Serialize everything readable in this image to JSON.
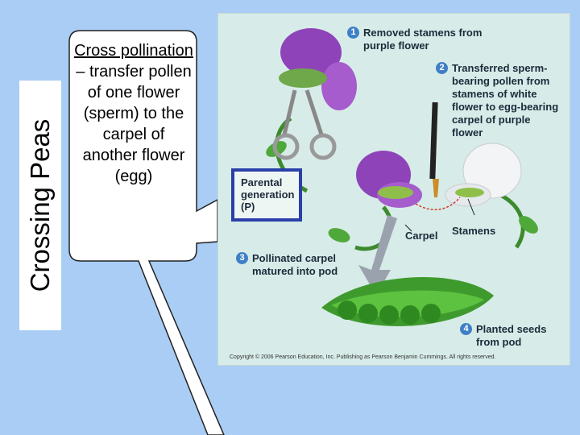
{
  "side_title": "Crossing Peas",
  "callout": {
    "term": "Cross pollination",
    "definition": " – transfer pollen of one flower (sperm)  to the carpel of another flower (egg)"
  },
  "figure": {
    "step1": {
      "num": "1",
      "text": "Removed stamens from purple flower"
    },
    "step2": {
      "num": "2",
      "text": "Transferred sperm-bearing pollen from stamens of white flower to egg-bearing carpel of purple flower"
    },
    "step3": {
      "num": "3",
      "text": "Pollinated carpel matured into pod"
    },
    "step4": {
      "num": "4",
      "text": "Planted seeds from pod"
    },
    "parental": "Parental generation (P)",
    "carpel": "Carpel",
    "stamens": "Stamens",
    "copyright": "Copyright © 2006 Pearson Education, Inc. Publishing as Pearson Benjamin Cummings. All rights reserved."
  },
  "colors": {
    "background": "#a9cdf5",
    "purple_flower": "#8e44b8",
    "white_flower": "#f2f4f6",
    "pod": "#4fa83a",
    "step_badge": "#3f7fc6",
    "parental_box": "#2a3fa8"
  }
}
